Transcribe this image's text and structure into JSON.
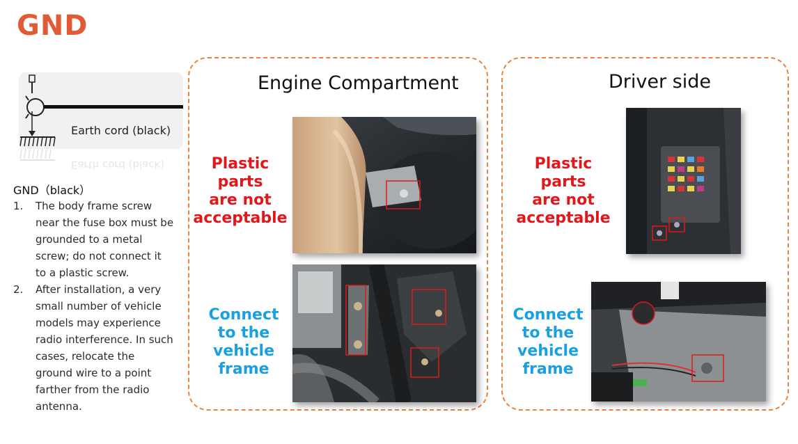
{
  "header": {
    "title": "GND"
  },
  "diagram": {
    "caption": "Earth cord (black)"
  },
  "notes": {
    "heading": "GND（black）",
    "items": [
      {
        "num": "1.",
        "text": "The body frame screw near the fuse box must be grounded to a metal screw; do not connect it to a plastic screw."
      },
      {
        "num": "2.",
        "text": "After installation, a very small number of vehicle models may experience radio interference. In such cases, relocate the ground wire to a point farther from the radio antenna."
      }
    ]
  },
  "panels": {
    "engine": {
      "title": "Engine Compartment",
      "bad_lines": [
        "Plastic parts",
        "are not",
        "acceptable"
      ],
      "good_lines": [
        "Connect",
        "to the",
        "vehicle",
        "frame"
      ]
    },
    "driver": {
      "title": "Driver side",
      "bad_lines": [
        "Plastic parts",
        "are not",
        "acceptable"
      ],
      "good_lines": [
        "Connect",
        "to the",
        "vehicle",
        "frame"
      ]
    }
  },
  "colors": {
    "accent": "#e05a35",
    "dash": "#e8823f",
    "bad": "#e0181c",
    "good": "#19a0e0"
  }
}
